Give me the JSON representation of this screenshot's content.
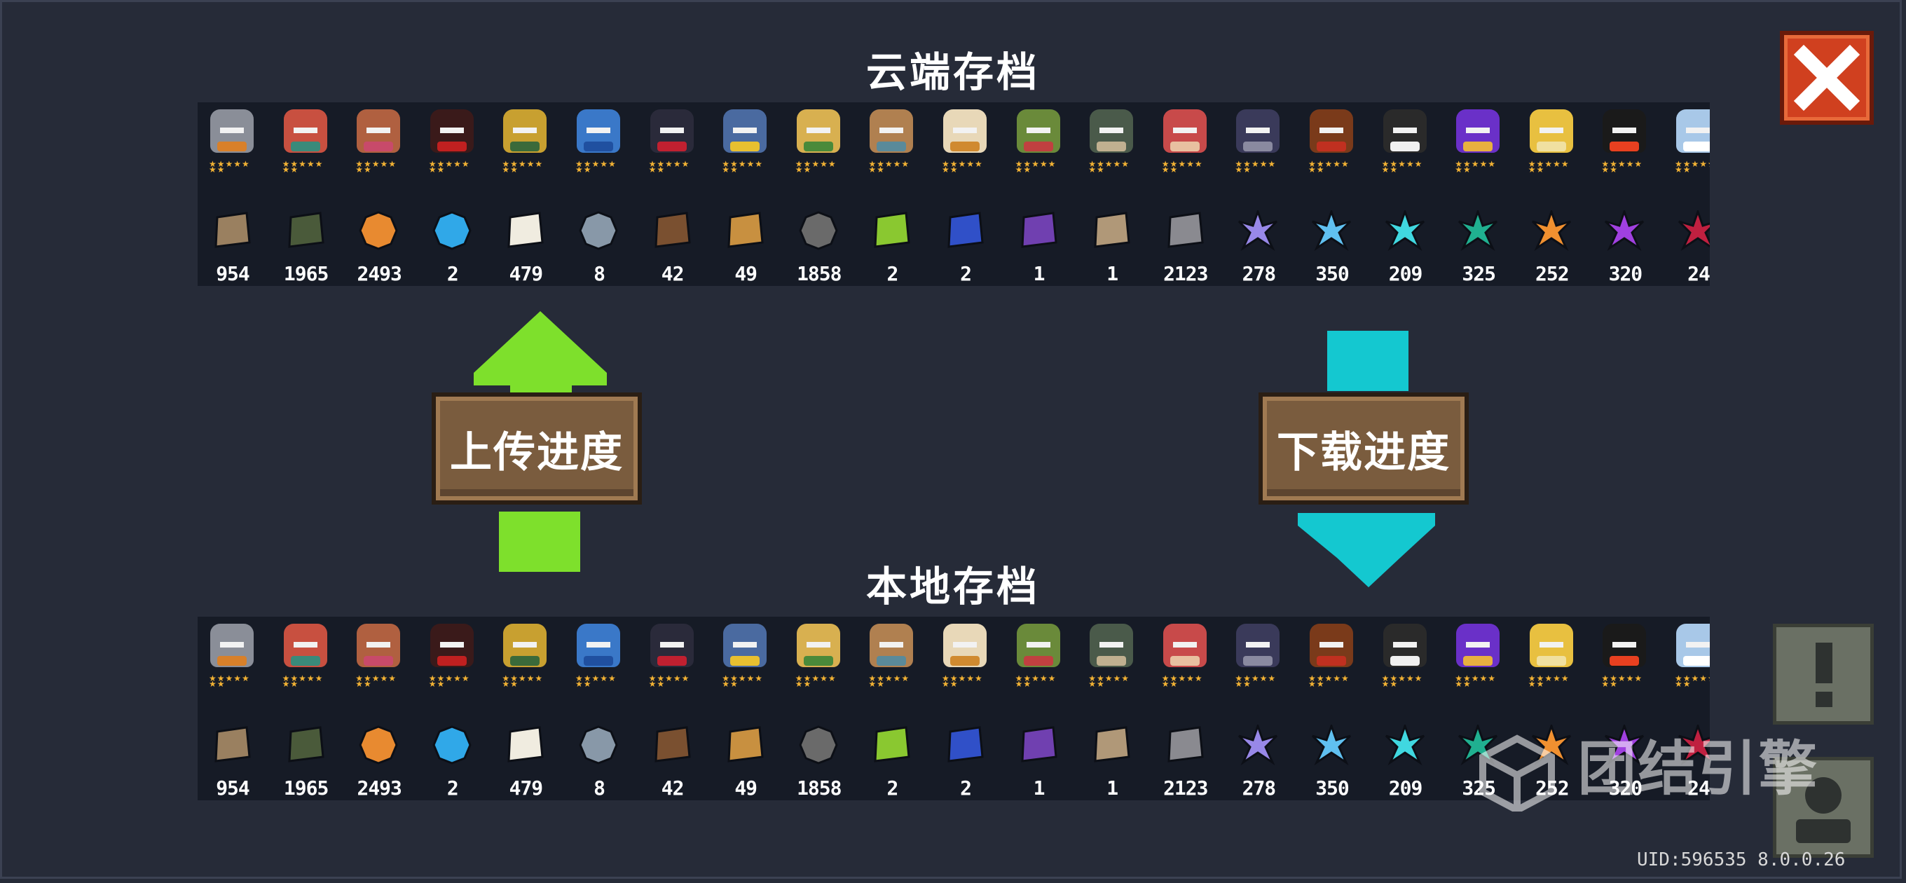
{
  "cloud_save": {
    "title": "云端存档"
  },
  "local_save": {
    "title": "本地存档"
  },
  "upload_button": {
    "label": "上传进度"
  },
  "download_button": {
    "label": "下载进度"
  },
  "uid_text": "UID:596535 8.0.0.26",
  "watermark_text": "团结引擎",
  "colors": {
    "upload_arrow": "#7ee02c",
    "download_arrow": "#14c8d0",
    "close_button": "#d0401f",
    "panel": "#161b26"
  },
  "heroes": [
    {
      "icon": "knight-icon",
      "color": "#8a8e98",
      "accent": "#d8802a"
    },
    {
      "icon": "rogue-icon",
      "color": "#c85040",
      "accent": "#3a8a7a"
    },
    {
      "icon": "witch-icon",
      "color": "#b06040",
      "accent": "#c84a6a"
    },
    {
      "icon": "assassin-icon",
      "color": "#3a1a1a",
      "accent": "#c02020"
    },
    {
      "icon": "engineer-icon",
      "color": "#c8a030",
      "accent": "#3a6a3a"
    },
    {
      "icon": "robot-icon",
      "color": "#3a78c8",
      "accent": "#2050a0"
    },
    {
      "icon": "vampire-icon",
      "color": "#2a2a3a",
      "accent": "#c02030"
    },
    {
      "icon": "paladin-icon",
      "color": "#4a6aa0",
      "accent": "#e8c030"
    },
    {
      "icon": "elf-icon",
      "color": "#d8b050",
      "accent": "#4a8a3a"
    },
    {
      "icon": "werewolf-icon",
      "color": "#b08050",
      "accent": "#5a8a9a"
    },
    {
      "icon": "priest-icon",
      "color": "#e8d8b8",
      "accent": "#d08a30"
    },
    {
      "icon": "druid-icon",
      "color": "#6a8a3a",
      "accent": "#c04040"
    },
    {
      "icon": "necromancer-icon",
      "color": "#4a5a4a",
      "accent": "#c0b090"
    },
    {
      "icon": "berserker-icon",
      "color": "#c84a4a",
      "accent": "#e8c0a0"
    },
    {
      "icon": "demon-icon",
      "color": "#3a3a5a",
      "accent": "#8a8aa0"
    },
    {
      "icon": "officer-icon",
      "color": "#7a3a1a",
      "accent": "#c03020"
    },
    {
      "icon": "taoist-icon",
      "color": "#2a2a2a",
      "accent": "#f0f0f0"
    },
    {
      "icon": "alchemist-icon",
      "color": "#6a30c8",
      "accent": "#e8b040"
    },
    {
      "icon": "golden-mech-icon",
      "color": "#e8c040",
      "accent": "#f0e0a0"
    },
    {
      "icon": "flame-demon-icon",
      "color": "#1a1a1a",
      "accent": "#e84020"
    },
    {
      "icon": "ice-knight-icon",
      "color": "#a8c8e8",
      "accent": "#ffffff"
    }
  ],
  "materials": [
    {
      "icon": "leather-icon",
      "color": "#9a8060",
      "count": "954"
    },
    {
      "icon": "battery-icon",
      "color": "#4a5a3a",
      "count": "1965"
    },
    {
      "icon": "ore-icon",
      "color": "#e88a30",
      "count": "2493"
    },
    {
      "icon": "energy-core-icon",
      "color": "#30a8e8",
      "count": "2"
    },
    {
      "icon": "cotton-icon",
      "color": "#f0ece0",
      "count": "479"
    },
    {
      "icon": "fish-icon",
      "color": "#8898a8",
      "count": "8"
    },
    {
      "icon": "hammer-icon",
      "color": "#7a5030",
      "count": "42"
    },
    {
      "icon": "horn-icon",
      "color": "#c89040",
      "count": "49"
    },
    {
      "icon": "gear-icon",
      "color": "#6a6a6a",
      "count": "1858"
    },
    {
      "icon": "green-scroll-icon",
      "color": "#8ac830",
      "count": "2"
    },
    {
      "icon": "blue-scroll-icon",
      "color": "#3050c8",
      "count": "2"
    },
    {
      "icon": "purple-scroll-icon",
      "color": "#7040b0",
      "count": "1"
    },
    {
      "icon": "sack-icon",
      "color": "#b09878",
      "count": "1"
    },
    {
      "icon": "iron-ore-icon",
      "color": "#8a8a90",
      "count": "2123"
    },
    {
      "icon": "violet-crystal-icon",
      "color": "#9888e8",
      "count": "278"
    },
    {
      "icon": "sky-crystal-icon",
      "color": "#60c0f0",
      "count": "350"
    },
    {
      "icon": "cyan-crystal-icon",
      "color": "#40d8e0",
      "count": "209"
    },
    {
      "icon": "teal-crystal-icon",
      "color": "#20b090",
      "count": "325"
    },
    {
      "icon": "orange-crystal-icon",
      "color": "#f09030",
      "count": "252"
    },
    {
      "icon": "magenta-crystal-icon",
      "color": "#a040e0",
      "count": "320"
    },
    {
      "icon": "red-crystal-icon",
      "color": "#c02040",
      "count": "24"
    }
  ]
}
